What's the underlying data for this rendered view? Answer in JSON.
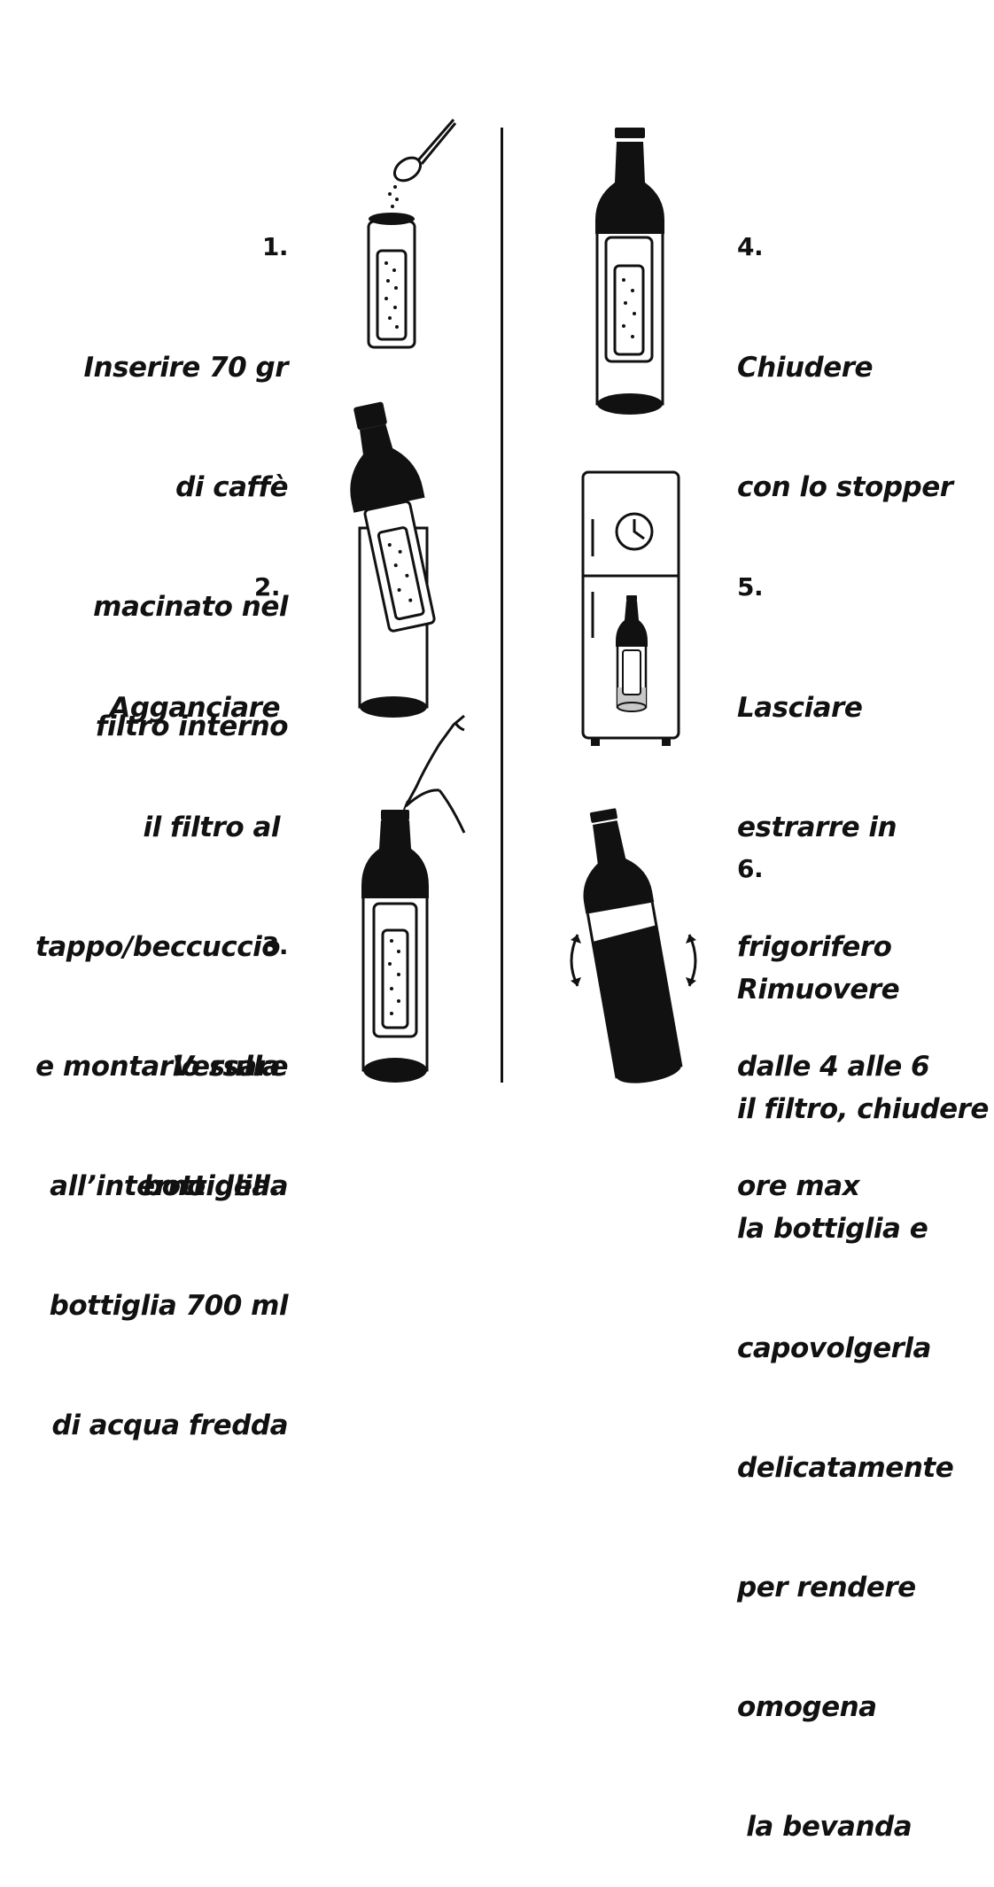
{
  "steps": [
    {
      "number": "1.",
      "lines": [
        "Inserire 70 gr",
        "di caffè",
        "macinato nel",
        "filtro interno"
      ]
    },
    {
      "number": "2.",
      "lines": [
        "Agganciare",
        "il filtro al",
        "tappo/beccuccio",
        "e montarlo sulla",
        "bottiglia."
      ]
    },
    {
      "number": "3.",
      "lines": [
        "Versare",
        "all’interno della",
        "bottiglia 700 ml",
        "di acqua fredda"
      ]
    },
    {
      "number": "4.",
      "lines": [
        "Chiudere",
        "con lo stopper"
      ]
    },
    {
      "number": "5.",
      "lines": [
        "Lasciare",
        "estrarre in",
        "frigorifero",
        "dalle 4 alle 6",
        "ore max"
      ]
    },
    {
      "number": "6.",
      "lines": [
        "Rimuovere",
        "il filtro, chiudere",
        "la bottiglia e",
        "capovolgerla",
        "delicatamente",
        "per rendere",
        "omogena",
        " la bevanda"
      ]
    }
  ],
  "colors": {
    "ink": "#111111",
    "background": "#ffffff",
    "liquid_grey": "#c8c8c8"
  },
  "icons": [
    "spoon-with-filter-icon",
    "bottle-filter-into-glass-icon",
    "pouring-water-icon",
    "closed-bottle-icon",
    "fridge-clock-icon",
    "tilted-bottle-icon"
  ]
}
